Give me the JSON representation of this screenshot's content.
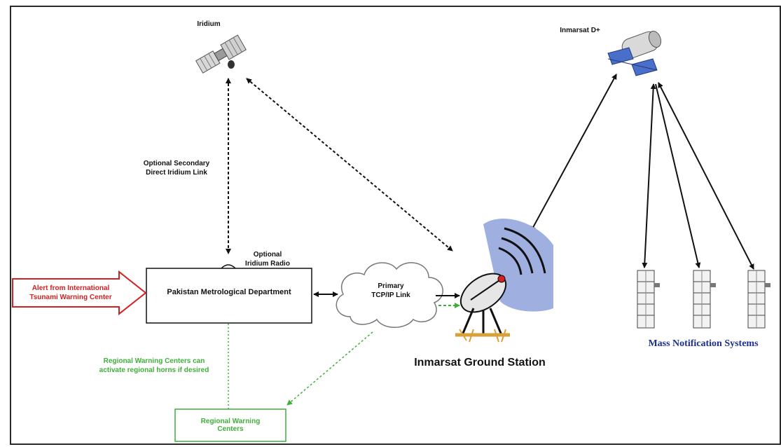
{
  "labels": {
    "iridium": "Iridium",
    "inmarsat": "Inmarsat D+",
    "optional_link_line1": "Optional Secondary",
    "optional_link_line2": "Direct Iridium Link",
    "optional_radio_line1": "Optional",
    "optional_radio_line2": "Iridium Radio",
    "pmd": "Pakistan Metrological Department",
    "alert_line1": "Alert from International",
    "alert_line2": "Tsunami Warning Center",
    "primary_line1": "Primary",
    "primary_line2": "TCP/IP Link",
    "ground_station": "Inmarsat Ground Station",
    "mass_notification": "Mass Notification Systems",
    "regional_note_line1": "Regional Warning Centers can",
    "regional_note_line2": "activate regional horns if desired",
    "rwc_line1": "Regional Warning",
    "rwc_line2": "Centers"
  },
  "colors": {
    "alert_red": "#d42020",
    "regional_green": "#3fae3a",
    "mass_blue": "#1f2f8f",
    "dish_blue": "#9fb0e0"
  }
}
